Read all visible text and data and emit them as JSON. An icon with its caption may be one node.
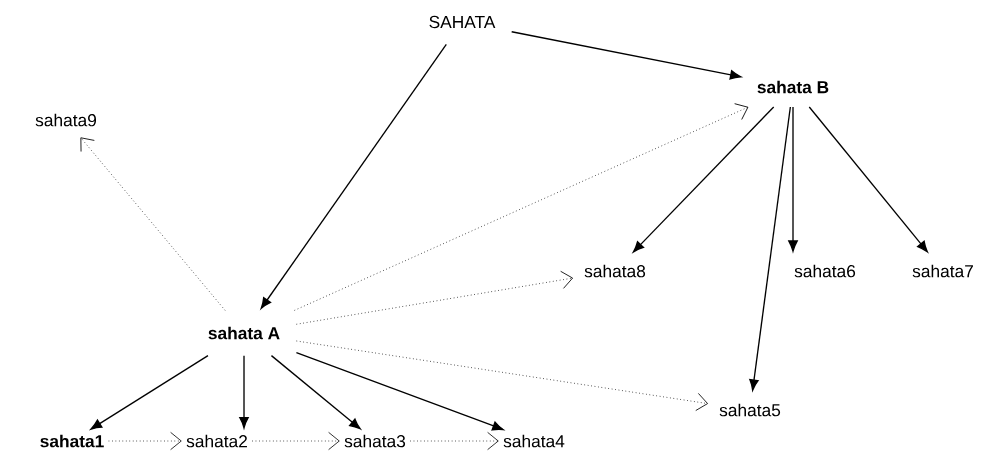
{
  "diagram": {
    "nodes": [
      {
        "text": [
          "SAHATA"
        ]
      },
      {
        "text": [
          "sahata B"
        ]
      },
      {
        "text": [
          "sahata9"
        ]
      },
      {
        "text": [
          "sahata8"
        ]
      },
      {
        "text": [
          "sahata6"
        ]
      },
      {
        "text": [
          "sahata7"
        ]
      },
      {
        "text": [
          "sahata A"
        ]
      },
      {
        "text": [
          "sahata5"
        ]
      },
      {
        "text": [
          "sahata1"
        ]
      },
      {
        "text": [
          "sahata2"
        ]
      },
      {
        "text": [
          "sahata3"
        ]
      },
      {
        "text": [
          "sahata4"
        ]
      }
    ],
    "edges": [
      {
        "from": 0,
        "to": 1,
        "arrow": "to"
      },
      {
        "from": 0,
        "to": 6,
        "arrow": "to"
      },
      {
        "from": 1,
        "to": 3,
        "arrow": "to"
      },
      {
        "from": 1,
        "to": 7,
        "arrow": "to"
      },
      {
        "from": 1,
        "to": 4,
        "arrow": "to"
      },
      {
        "from": 1,
        "to": 5,
        "arrow": "to"
      },
      {
        "from": 6,
        "to": 2,
        "arrow": "to",
        "style": "dashed"
      },
      {
        "from": 6,
        "to": 1,
        "arrow": "to",
        "style": "dashed"
      },
      {
        "from": 6,
        "to": 3,
        "arrow": "to",
        "style": "dashed"
      },
      {
        "from": 6,
        "to": 7,
        "arrow": "to",
        "style": "dashed"
      },
      {
        "from": 6,
        "to": 8,
        "arrow": "to"
      },
      {
        "from": 6,
        "to": 9,
        "arrow": "to"
      },
      {
        "from": 6,
        "to": 10,
        "arrow": "to"
      },
      {
        "from": 6,
        "to": 11,
        "arrow": "to"
      },
      {
        "from": 8,
        "to": 9,
        "arrow": "to",
        "style": "dashed"
      },
      {
        "from": 9,
        "to": 10,
        "arrow": "to",
        "style": "dashed"
      },
      {
        "from": 10,
        "to": 11,
        "arrow": "to",
        "style": "dashed"
      }
    ]
  }
}
